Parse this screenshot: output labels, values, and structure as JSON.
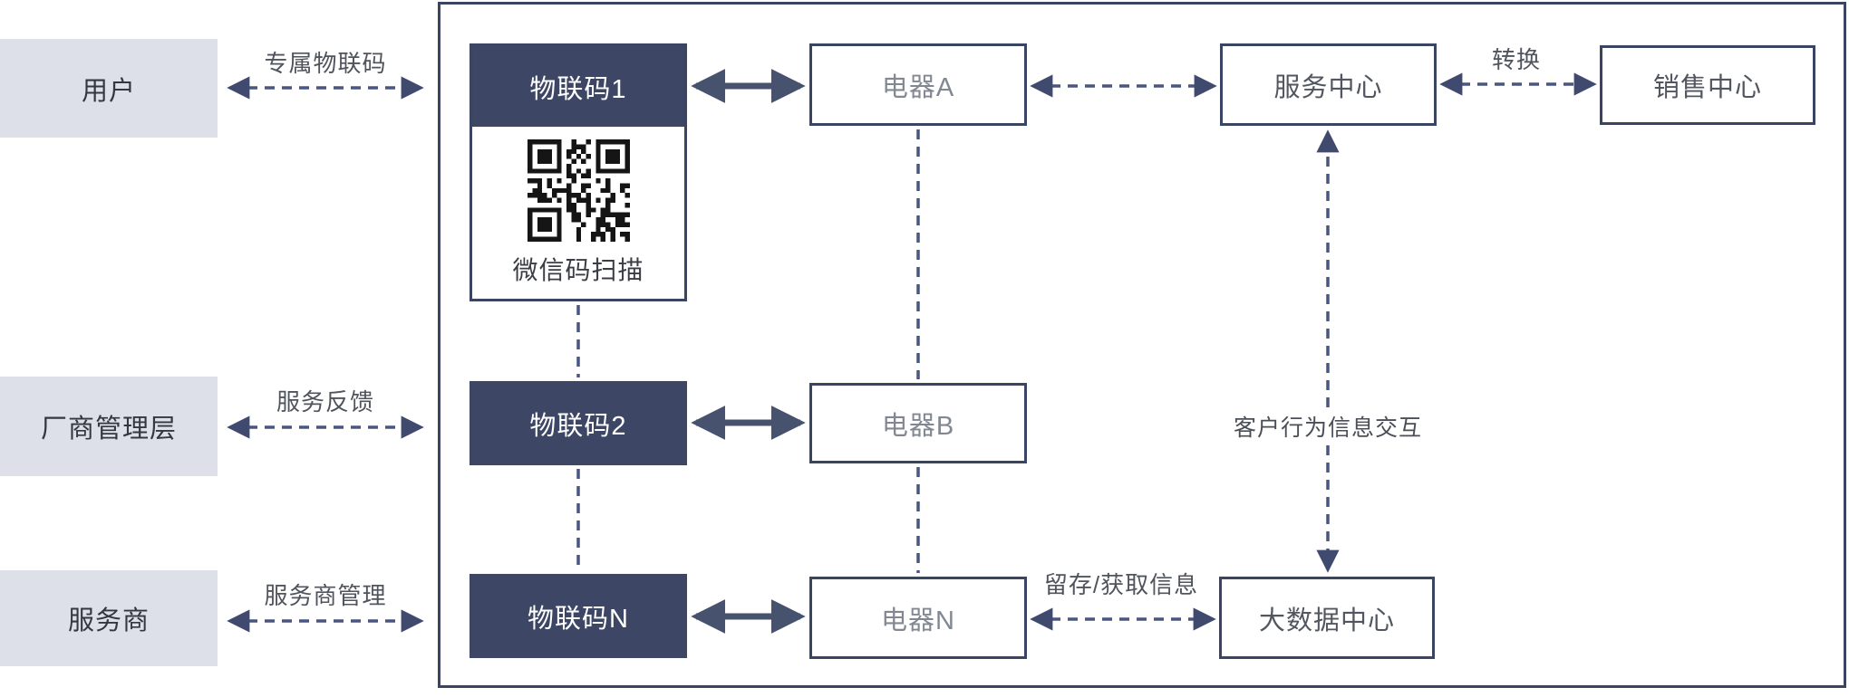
{
  "actors": [
    {
      "label": "用户",
      "link_label": "专属物联码"
    },
    {
      "label": "厂商管理层",
      "link_label": "服务反馈"
    },
    {
      "label": "服务商",
      "link_label": "服务商管理"
    }
  ],
  "iot_codes": {
    "first": {
      "label": "物联码1",
      "qr_caption": "微信码扫描"
    },
    "second": {
      "label": "物联码2"
    },
    "nth": {
      "label": "物联码N"
    }
  },
  "appliances": {
    "a": {
      "label": "电器A"
    },
    "b": {
      "label": "电器B"
    },
    "n": {
      "label": "电器N"
    }
  },
  "centers": {
    "service": {
      "label": "服务中心"
    },
    "sales": {
      "label": "销售中心"
    },
    "bigdata": {
      "label": "大数据中心"
    }
  },
  "edge_labels": {
    "convert": "转换",
    "behavior": "客户行为信息交互",
    "retain": "留存/获取信息"
  },
  "colors": {
    "navy_fill": "#3D4765",
    "outline": "#3A4463",
    "dashed_arrow": "#4A567E",
    "solid_arrow": "#46526E",
    "actor_fill": "#DDE0E9",
    "label_text": "#50545C"
  }
}
